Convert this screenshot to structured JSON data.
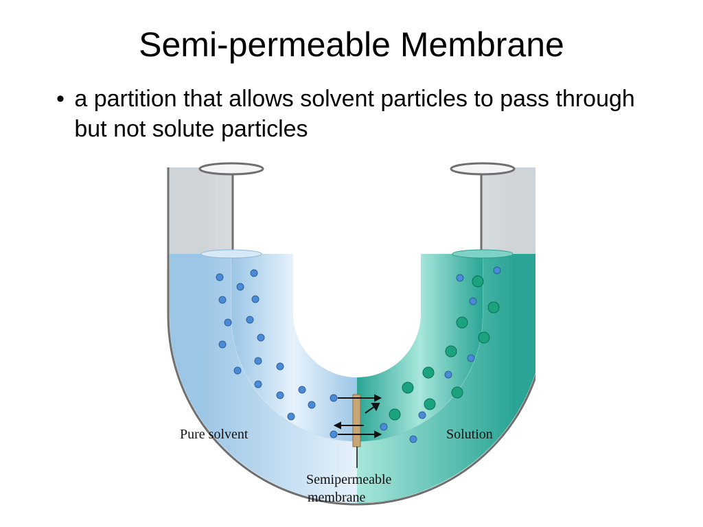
{
  "slide": {
    "title": "Semi-permeable Membrane",
    "bullets": [
      {
        "bullet_symbol": "•",
        "text": "a partition that allows solvent particles to pass through but not solute particles"
      }
    ]
  },
  "diagram": {
    "labels": {
      "left": "Pure solvent",
      "right": "Solution",
      "membrane_line1": "Semipermeable",
      "membrane_line2": "membrane"
    },
    "colors": {
      "solvent_liquid": "#bcd9ee",
      "solution_liquid": "#3fb7a5",
      "tube_glass": "#e9ecef",
      "membrane": "#c8a676",
      "solvent_particle": "#4a8ad6",
      "solute_particle": "#1aa37e"
    }
  }
}
